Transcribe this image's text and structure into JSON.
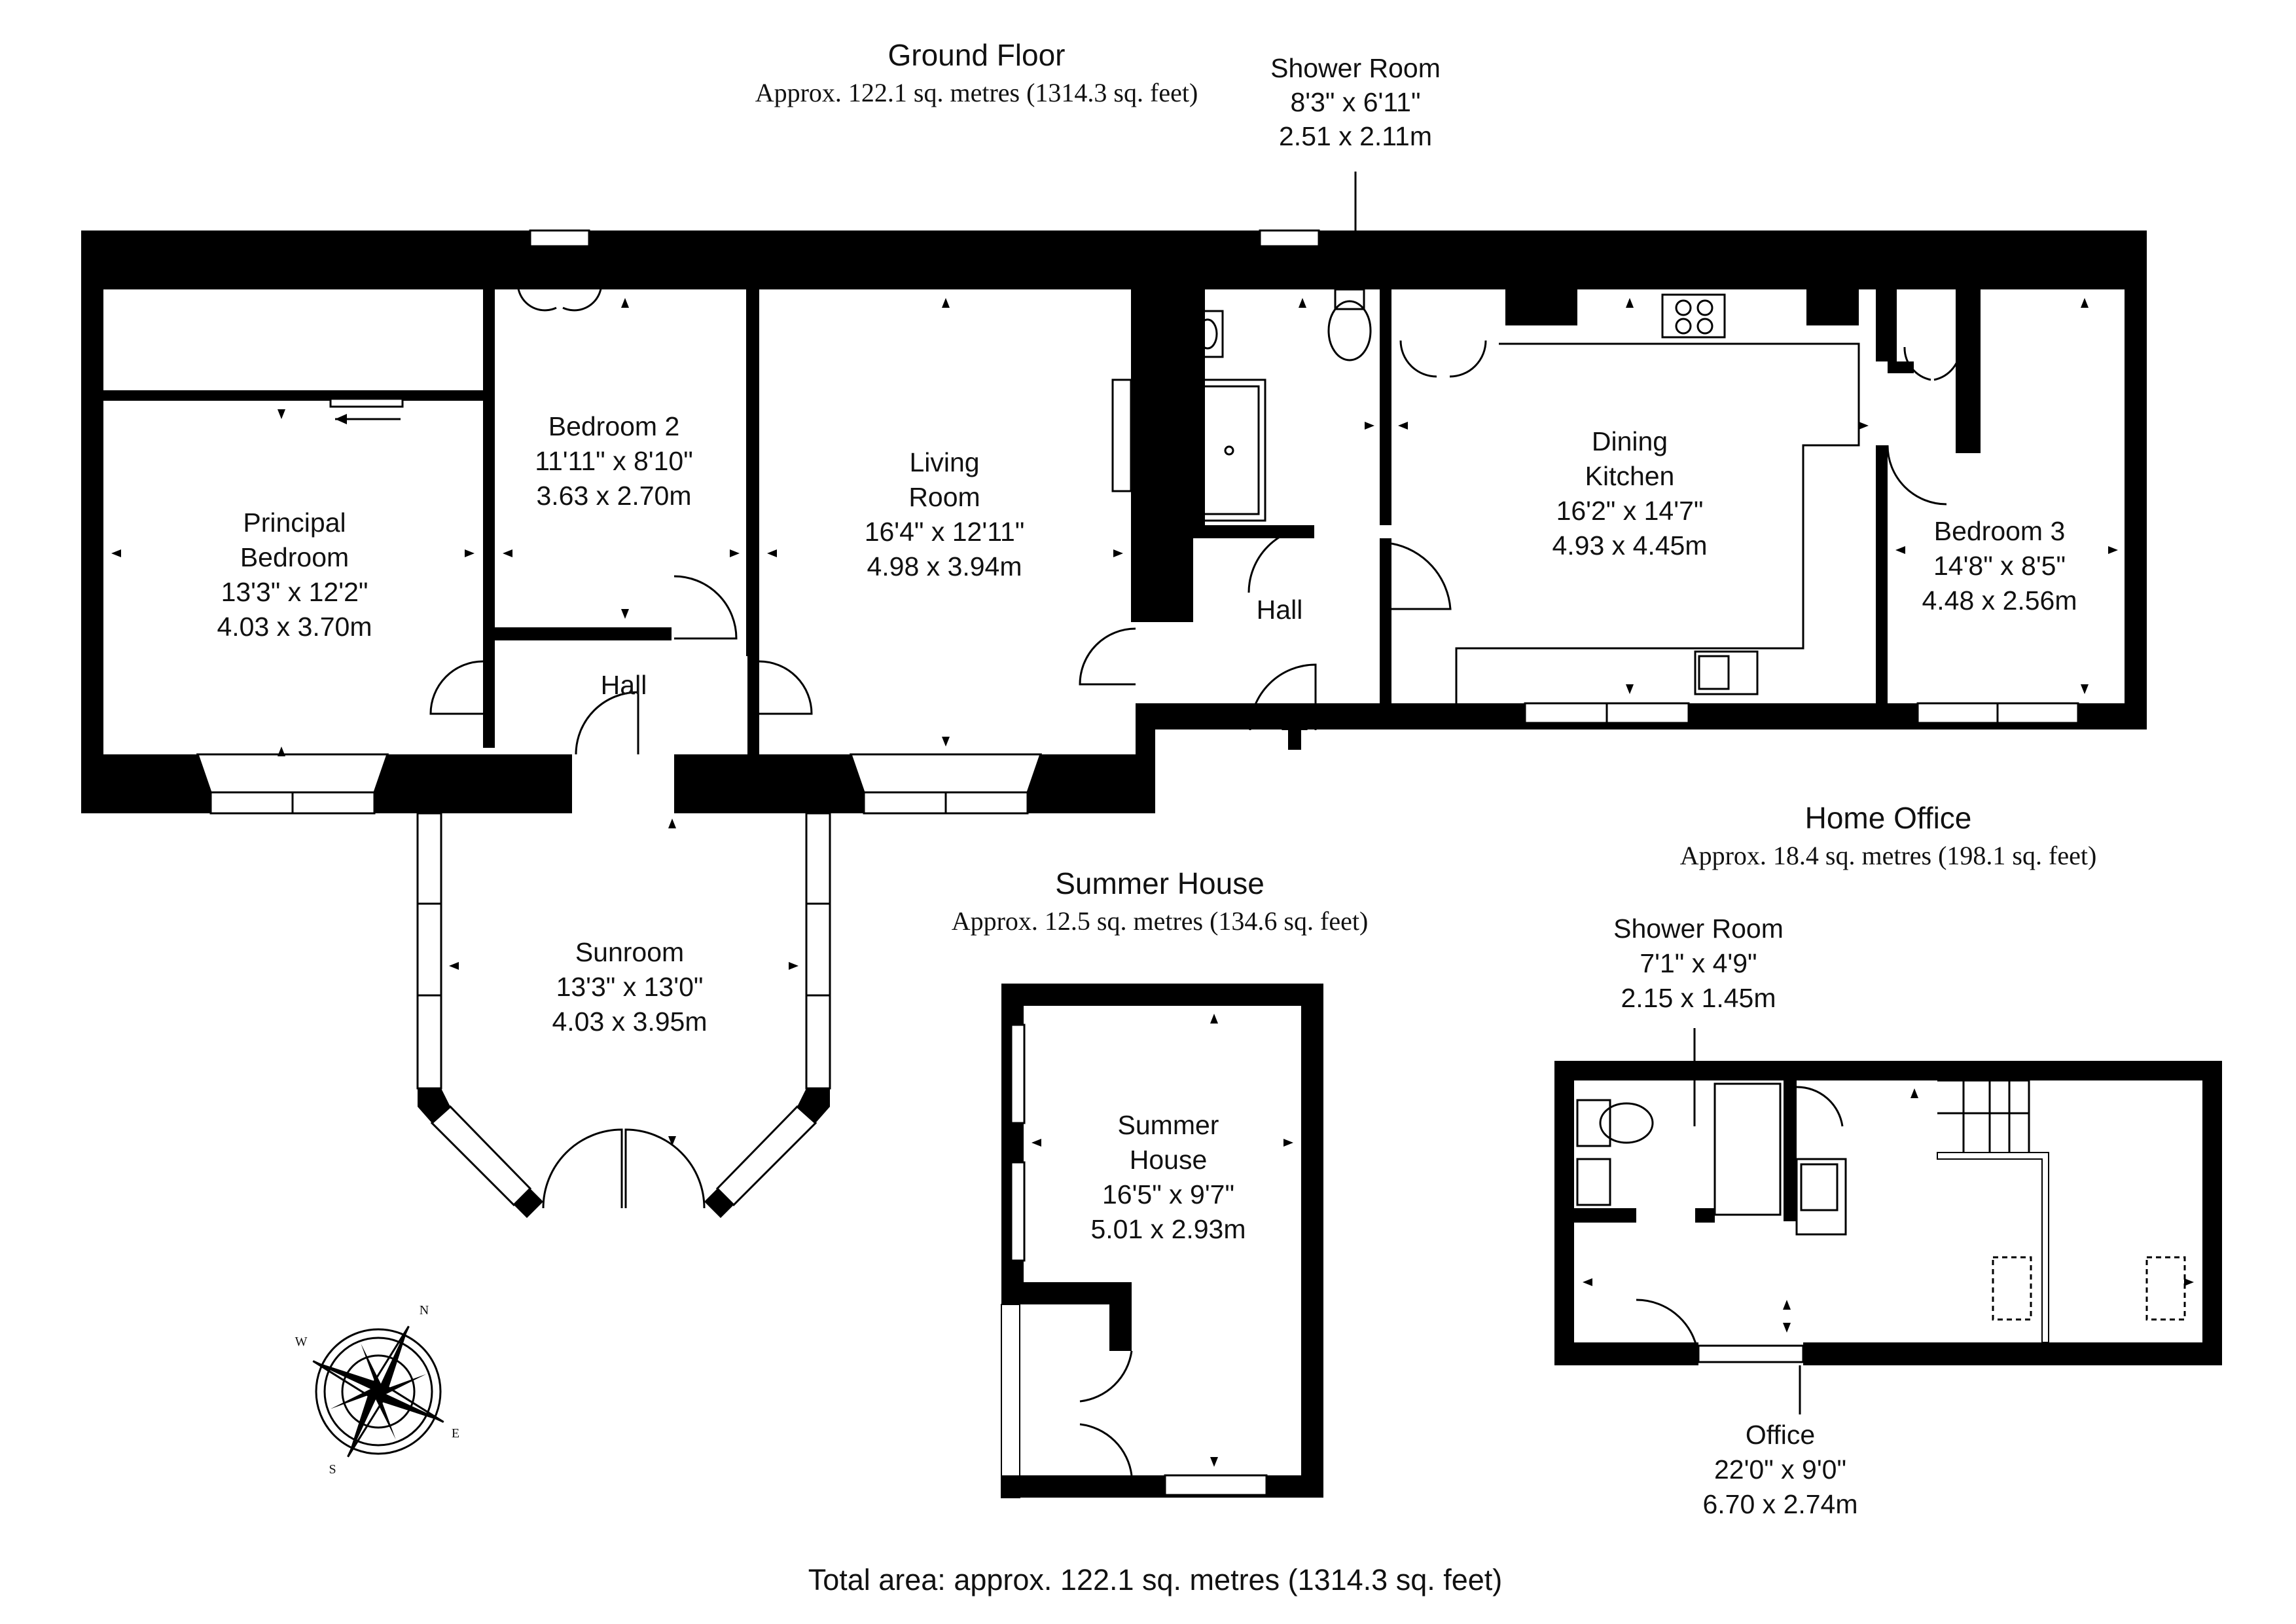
{
  "ground_floor": {
    "title": "Ground Floor",
    "area": "Approx. 122.1 sq. metres (1314.3 sq. feet)"
  },
  "summer_house_block": {
    "title": "Summer House",
    "area": "Approx. 12.5 sq. metres (134.6 sq. feet)"
  },
  "home_office_block": {
    "title": "Home Office",
    "area": "Approx. 18.4 sq. metres (198.1 sq. feet)"
  },
  "total_area": "Total area: approx. 122.1 sq. metres (1314.3 sq. feet)",
  "rooms": {
    "shower_room_main": {
      "name": "Shower Room",
      "imperial": "8'3\" x 6'11\"",
      "metric": "2.51 x 2.11m"
    },
    "principal_bedroom": {
      "name1": "Principal",
      "name2": "Bedroom",
      "imperial": "13'3\" x 12'2\"",
      "metric": "4.03 x 3.70m"
    },
    "bedroom_2": {
      "name": "Bedroom 2",
      "imperial": "11'11\" x 8'10\"",
      "metric": "3.63 x 2.70m"
    },
    "living_room": {
      "name1": "Living",
      "name2": "Room",
      "imperial": "16'4\" x 12'11\"",
      "metric": "4.98 x 3.94m"
    },
    "dining_kitchen": {
      "name1": "Dining",
      "name2": "Kitchen",
      "imperial": "16'2\" x 14'7\"",
      "metric": "4.93 x 4.45m"
    },
    "bedroom_3": {
      "name": "Bedroom 3",
      "imperial": "14'8\" x 8'5\"",
      "metric": "4.48 x 2.56m"
    },
    "hall_west": {
      "name": "Hall"
    },
    "hall_east": {
      "name": "Hall"
    },
    "sunroom": {
      "name": "Sunroom",
      "imperial": "13'3\" x 13'0\"",
      "metric": "4.03 x 3.95m"
    },
    "summer_house": {
      "name1": "Summer",
      "name2": "House",
      "imperial": "16'5\" x 9'7\"",
      "metric": "5.01 x 2.93m"
    },
    "shower_room_office": {
      "name": "Shower Room",
      "imperial": "7'1\" x 4'9\"",
      "metric": "2.15 x 1.45m"
    },
    "office": {
      "name": "Office",
      "imperial": "22'0\" x 9'0\"",
      "metric": "6.70 x 2.74m"
    }
  },
  "compass": {
    "n": "N",
    "e": "E",
    "s": "S",
    "w": "W"
  }
}
